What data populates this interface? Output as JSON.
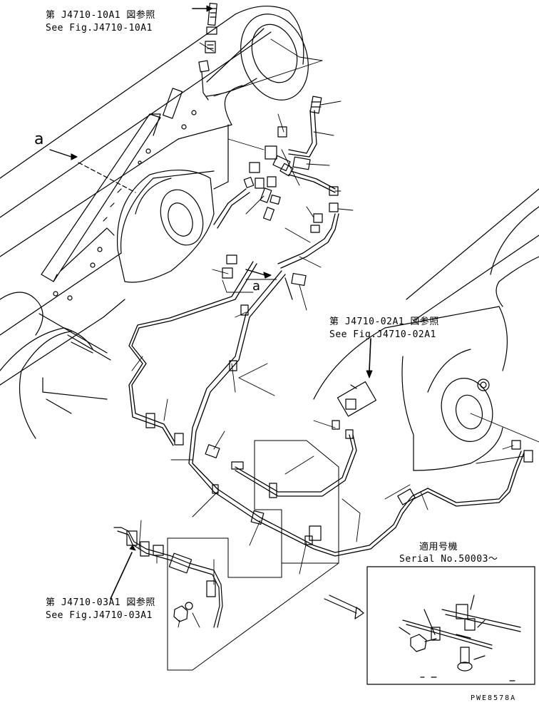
{
  "references": {
    "top": {
      "jp": "第 J4710-10A1 図参照",
      "en": "See Fig.J4710-10A1"
    },
    "middle": {
      "jp": "第 J4710-02A1 図参照",
      "en": "See Fig.J4710-02A1"
    },
    "bottom": {
      "jp": "第 J4710-03A1 図参照",
      "en": "See Fig.J4710-03A1"
    }
  },
  "view_labels": {
    "a_left": "a",
    "a_center": "a"
  },
  "serial": {
    "jp": "適用号機",
    "en": "Serial No.50003～"
  },
  "drawing_code": "PWE8578A",
  "colors": {
    "line": "#000000",
    "background": "#ffffff"
  }
}
